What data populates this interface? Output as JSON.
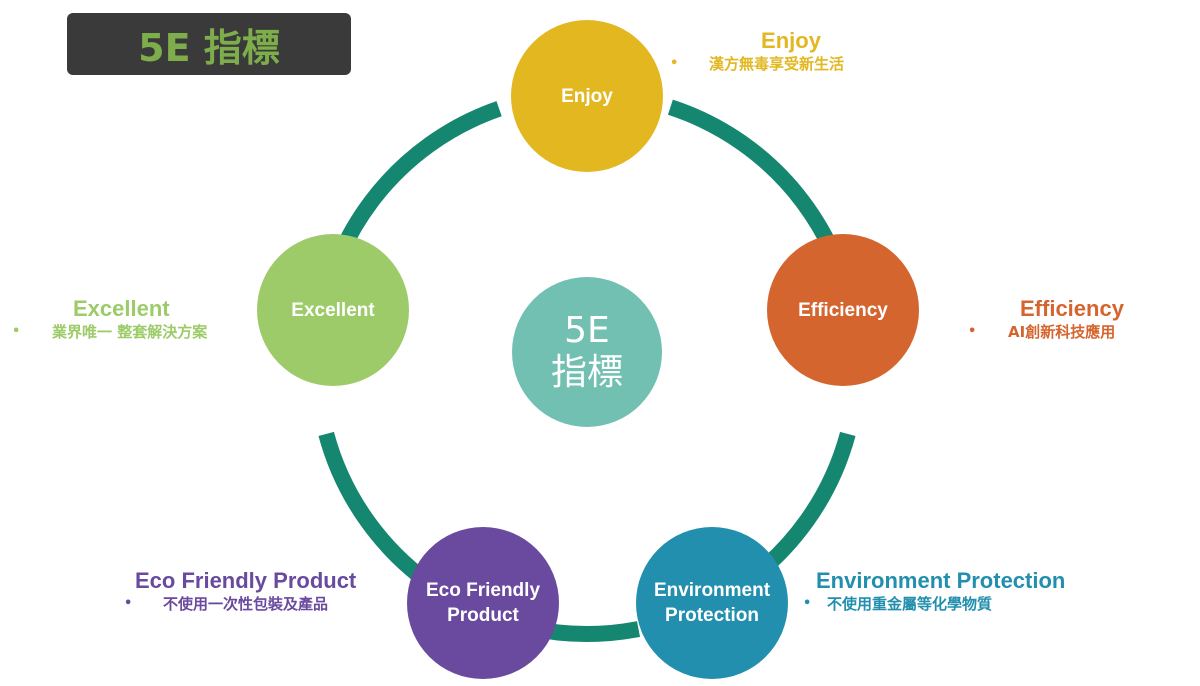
{
  "title": "5E 指標",
  "center": {
    "text": "5E\n指標"
  },
  "nodes": [
    {
      "id": "enjoy",
      "circle_text": "Enjoy",
      "heading": "Enjoy",
      "bullet": "•",
      "description": "漢方無毒享受新生活",
      "color": "#E2B720"
    },
    {
      "id": "efficiency",
      "circle_text": "Efficiency",
      "heading": "Efficiency",
      "bullet": "•",
      "description": "AI創新科技應用",
      "color": "#D5652F"
    },
    {
      "id": "environment",
      "circle_text": "Environment\nProtection",
      "heading": "Environment Protection",
      "bullet": "•",
      "description": "不使用重金屬等化學物質",
      "color": "#238FAE"
    },
    {
      "id": "eco",
      "circle_text": "Eco Friendly\nProduct",
      "heading": "Eco Friendly Product",
      "bullet": "•",
      "description": "不使用一次性包裝及產品",
      "color": "#6A4A9E"
    },
    {
      "id": "excellent",
      "circle_text": "Excellent",
      "heading": "Excellent",
      "bullet": "•",
      "description": "業界唯一 整套解決方案",
      "color": "#9DCB69"
    }
  ],
  "colors": {
    "title_box": "#3A3A3A",
    "title_text": "#7DAE4B",
    "ring": "#158670",
    "center": "#72C0B1"
  }
}
